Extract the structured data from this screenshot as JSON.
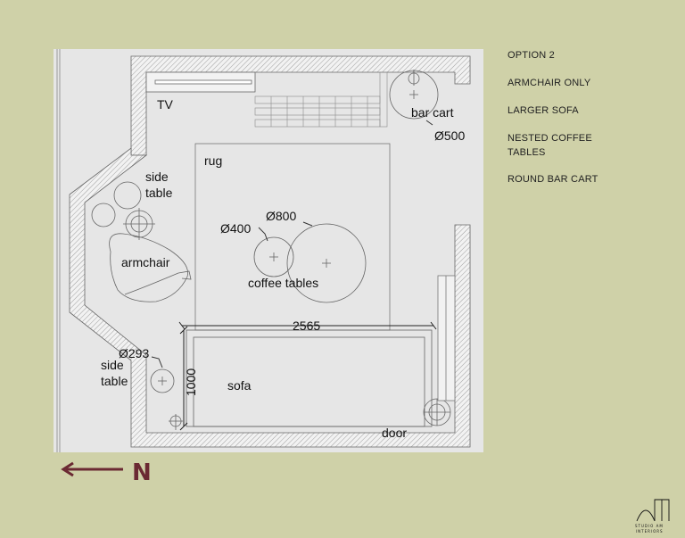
{
  "notes": {
    "option": "OPTION 2",
    "armchair": "ARMCHAIR ONLY",
    "sofa": "LARGER SOFA",
    "coffee_line1": "NESTED COFFEE",
    "coffee_line2": "TABLES",
    "bar_cart": "ROUND BAR CART"
  },
  "plan": {
    "tv": "TV",
    "bar_cart": "bar cart",
    "bar_cart_dim": "Ø500",
    "rug": "rug",
    "side_table_top_1": "side",
    "side_table_top_2": "table",
    "dim_400": "Ø400",
    "dim_800": "Ø800",
    "armchair": "armchair",
    "coffee_tables": "coffee tables",
    "sofa_width": "2565",
    "side_table_dim": "Ø293",
    "side_table_bottom_1": "side",
    "side_table_bottom_2": "table",
    "sofa_depth": "1000",
    "sofa": "sofa",
    "door": "door"
  },
  "compass": {
    "letter": "N",
    "color": "#6b2a33"
  },
  "logo": {
    "line1": "STUDIO AM",
    "line2": "INTERIORS"
  },
  "colors": {
    "background": "#cfd1a8",
    "plan_sheet": "#e6e6e6",
    "lines": "#555555"
  }
}
